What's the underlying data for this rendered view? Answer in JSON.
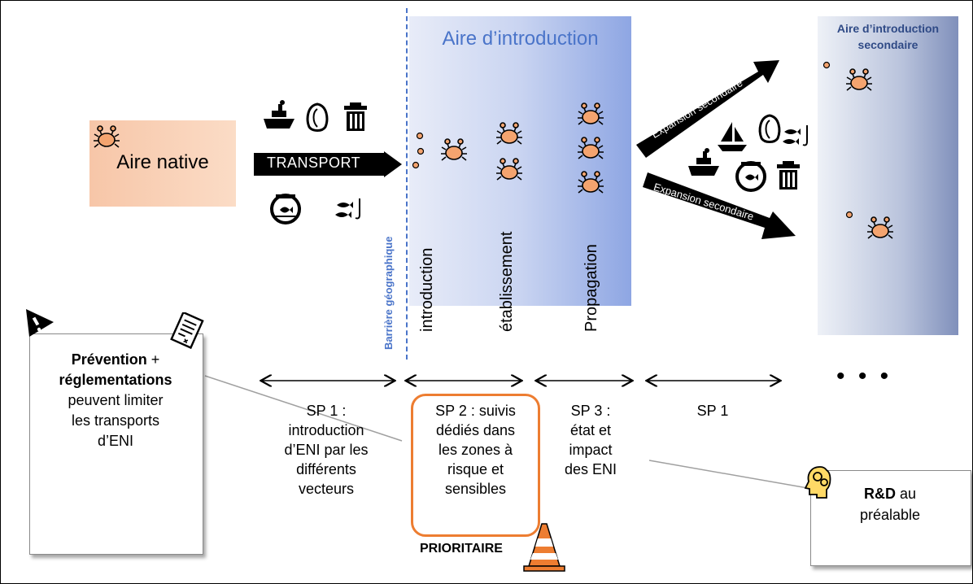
{
  "native": {
    "label": "Aire native"
  },
  "transport": {
    "label": "TRANSPORT"
  },
  "intro_zone": {
    "title": "Aire d’introduction"
  },
  "secondary_zone": {
    "title_line1": "Aire d’introduction",
    "title_line2": "secondaire"
  },
  "barrier": {
    "label": "Barrière géographique"
  },
  "stages": {
    "introduction": "introduction",
    "etablissement": "établissement",
    "propagation": "Propagation"
  },
  "expansion": {
    "upper": "Expansion secondaire",
    "lower": "Expansion secondaire"
  },
  "prevention": {
    "line1": "Prévention",
    "plus": " +",
    "line2": "réglementations",
    "line3": "peuvent limiter",
    "line4": "les transports",
    "line5": "d’ENI"
  },
  "sp1": {
    "l1": "SP 1 :",
    "l2": "introduction",
    "l3": "d’ENI par les",
    "l4": "différents",
    "l5": "vecteurs"
  },
  "sp2": {
    "l1": "SP 2 : suivis",
    "l2": "dédiés dans",
    "l3": "les zones à",
    "l4": "risque et",
    "l5": "sensibles"
  },
  "sp3": {
    "l1": "SP 3 :",
    "l2": "état et",
    "l3": "impact",
    "l4": "des ENI"
  },
  "sp1b": {
    "l1": "SP 1"
  },
  "dots": "• • •",
  "prioritaire": "PRIORITAIRE",
  "rd": {
    "bold": "R&D",
    "rest": " au",
    "line2": "préalable"
  },
  "colors": {
    "crab": "#f4a46f",
    "intro_blue": "#4a74c9",
    "priority_orange": "#ed7d31",
    "native_peach": "#f8cbad"
  }
}
